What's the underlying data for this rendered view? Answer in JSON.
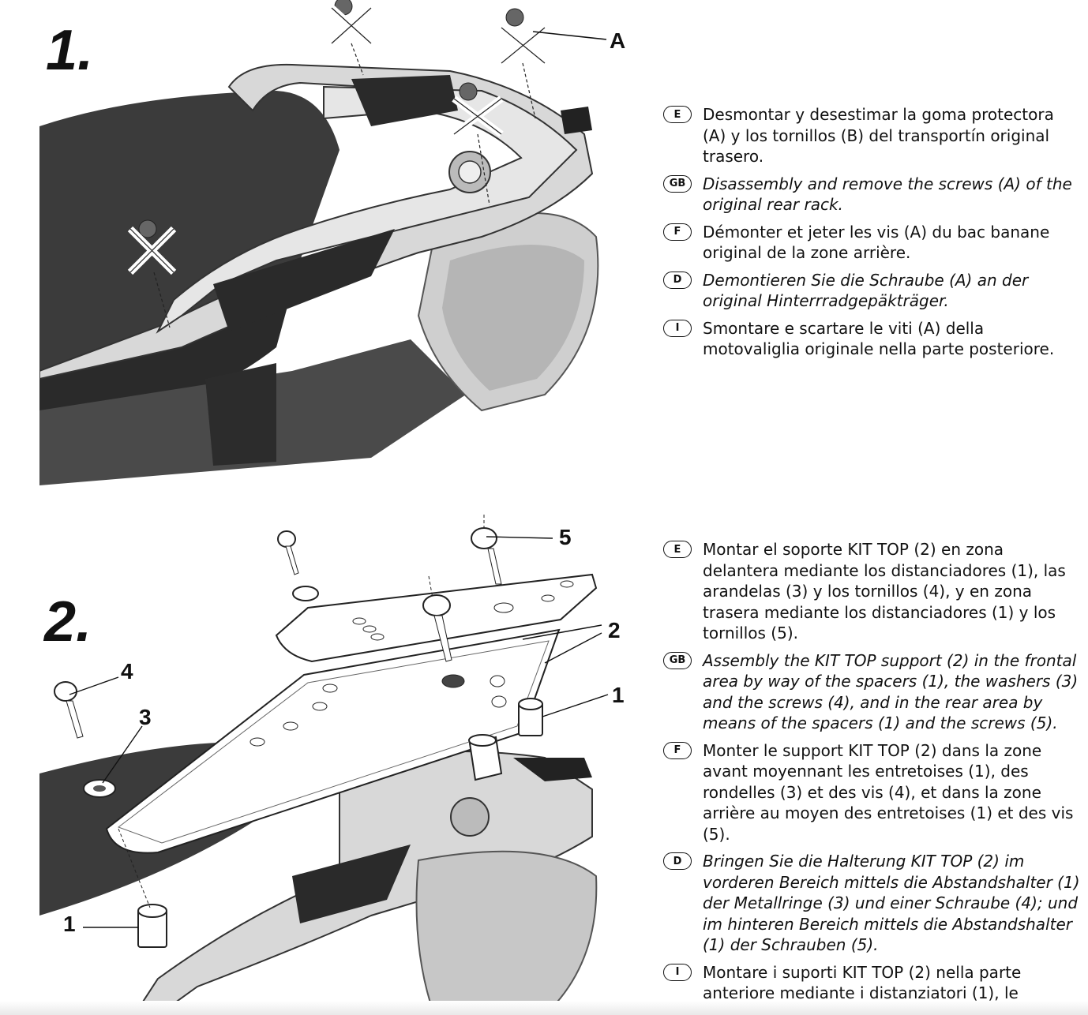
{
  "steps": [
    {
      "number": "1.",
      "callouts": {
        "a": "A"
      },
      "instructions": [
        {
          "lang": "E",
          "italic": false,
          "text": "Desmontar y desestimar la goma protectora (A) y los tornillos (B) del transportín original trasero."
        },
        {
          "lang": "GB",
          "italic": true,
          "text": "Disassembly and remove the screws (A) of the original rear rack."
        },
        {
          "lang": "F",
          "italic": false,
          "text": "Démonter et jeter les vis (A) du bac banane original de la zone arrière."
        },
        {
          "lang": "D",
          "italic": true,
          "text": "Demontieren Sie die Schraube (A) an der original Hinterrradgepäkträger."
        },
        {
          "lang": "I",
          "italic": false,
          "text": "Smontare e scartare le viti (A) della motovaliglia originale nella parte posteriore."
        }
      ]
    },
    {
      "number": "2.",
      "callouts": {
        "c1": "1",
        "c2": "2",
        "c3": "3",
        "c4": "4",
        "c5": "5"
      },
      "instructions": [
        {
          "lang": "E",
          "italic": false,
          "text": "Montar el soporte KIT TOP (2) en zona delantera mediante los distanciadores (1), las arandelas (3) y los tornillos (4), y en zona trasera mediante los distanciadores (1) y los tornillos (5)."
        },
        {
          "lang": "GB",
          "italic": true,
          "text": "Assembly the KIT TOP support (2) in the frontal area by way of the spacers (1), the washers (3) and the screws (4), and in the rear area by means of the spacers (1) and the screws (5)."
        },
        {
          "lang": "F",
          "italic": false,
          "text": "Monter le support KIT TOP (2) dans la zone avant moyennant les entretoises (1), des rondelles (3) et des vis (4), et dans la zone arrière au moyen des entretoises (1) et des vis (5)."
        },
        {
          "lang": "D",
          "italic": true,
          "text": "Bringen Sie die Halterung KIT TOP (2) im vorderen Bereich mittels die Abstandshalter (1) der Metallringe (3) und einer Schraube (4); und im hinteren Bereich mittels die Abstandshalter (1) der Schrauben (5)."
        },
        {
          "lang": "I",
          "italic": false,
          "text": "Montare i suporti KIT TOP (2) nella parte anteriore mediante i distanziatori (1), le"
        }
      ]
    }
  ]
}
